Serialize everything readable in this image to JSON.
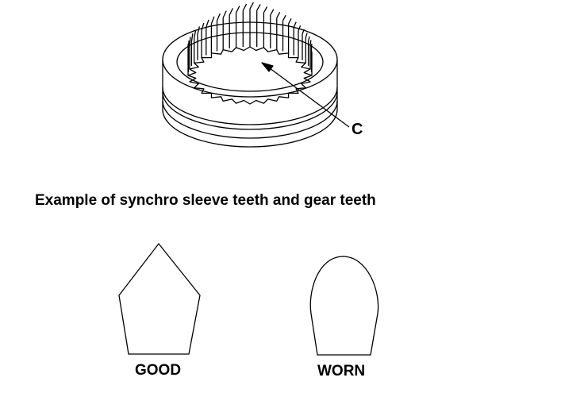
{
  "illustration": {
    "callout_letter": "C",
    "caption": "Example of synchro sleeve teeth and gear teeth"
  },
  "tooth_profiles": [
    {
      "label": "GOOD"
    },
    {
      "label": "WORN"
    }
  ],
  "colors": {
    "line": "#000000",
    "background": "#ffffff"
  }
}
